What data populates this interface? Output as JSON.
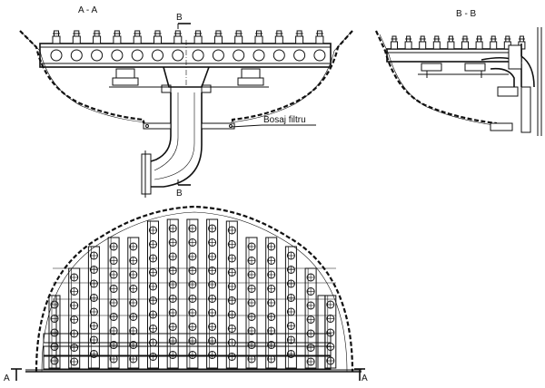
{
  "labels": {
    "section_aa": "A - A",
    "section_bb": "B - B",
    "section_mark_b": "B",
    "filter_boss": "Bosaj filtru",
    "cut_a_left": "A",
    "cut_a_right": "A"
  }
}
